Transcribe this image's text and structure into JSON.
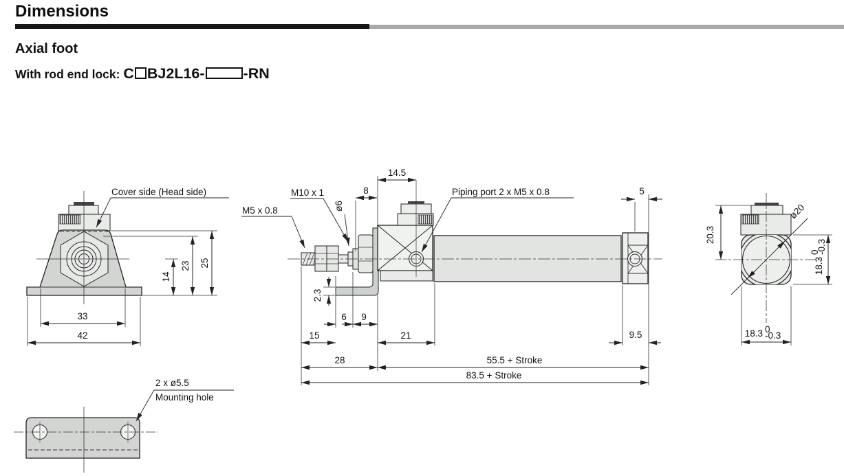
{
  "header": {
    "title": "Dimensions",
    "subtitle": "Axial foot",
    "model": {
      "prefix": "With rod end lock: ",
      "series_pre": "C",
      "square_symbol": "bore-size-placeholder-square",
      "series_mid": "BJ2L16-",
      "box_symbol": "stroke-placeholder-box",
      "series_suffix": "-RN"
    }
  },
  "colors": {
    "rule_black": "#161616",
    "rule_gray": "#a9a9a9",
    "part_gray_dark": "#d2d5d2",
    "part_gray_mid": "#e7e9e7",
    "part_gray_light": "#f0f2f0",
    "line": "#222222"
  },
  "front_view": {
    "cover_label": "Cover side (Head side)",
    "d14": "14",
    "d23": "23",
    "d25": "25",
    "d33": "33",
    "d42": "42"
  },
  "side_view": {
    "m5": "M5 x 0.8",
    "m10": "M10 x 1",
    "dia6": "ø6",
    "piping": "Piping port 2 x M5 x 0.8",
    "d8": "8",
    "d14_5": "14.5",
    "d5": "5",
    "d2_3": "2.3",
    "d6": "6",
    "d9": "9",
    "d15": "15",
    "d21": "21",
    "d9_5": "9.5",
    "d28": "28",
    "d55_5": "55.5 + Stroke",
    "d83_5": "83.5 + Stroke"
  },
  "end_view": {
    "d20_3": "20.3",
    "dia20": "ø20",
    "d18_3": "18.3",
    "tol_upper": "0",
    "tol_lower": "-0.3"
  },
  "foot_plate": {
    "hole": "2 x ø5.5",
    "hole_label": "Mounting hole"
  }
}
